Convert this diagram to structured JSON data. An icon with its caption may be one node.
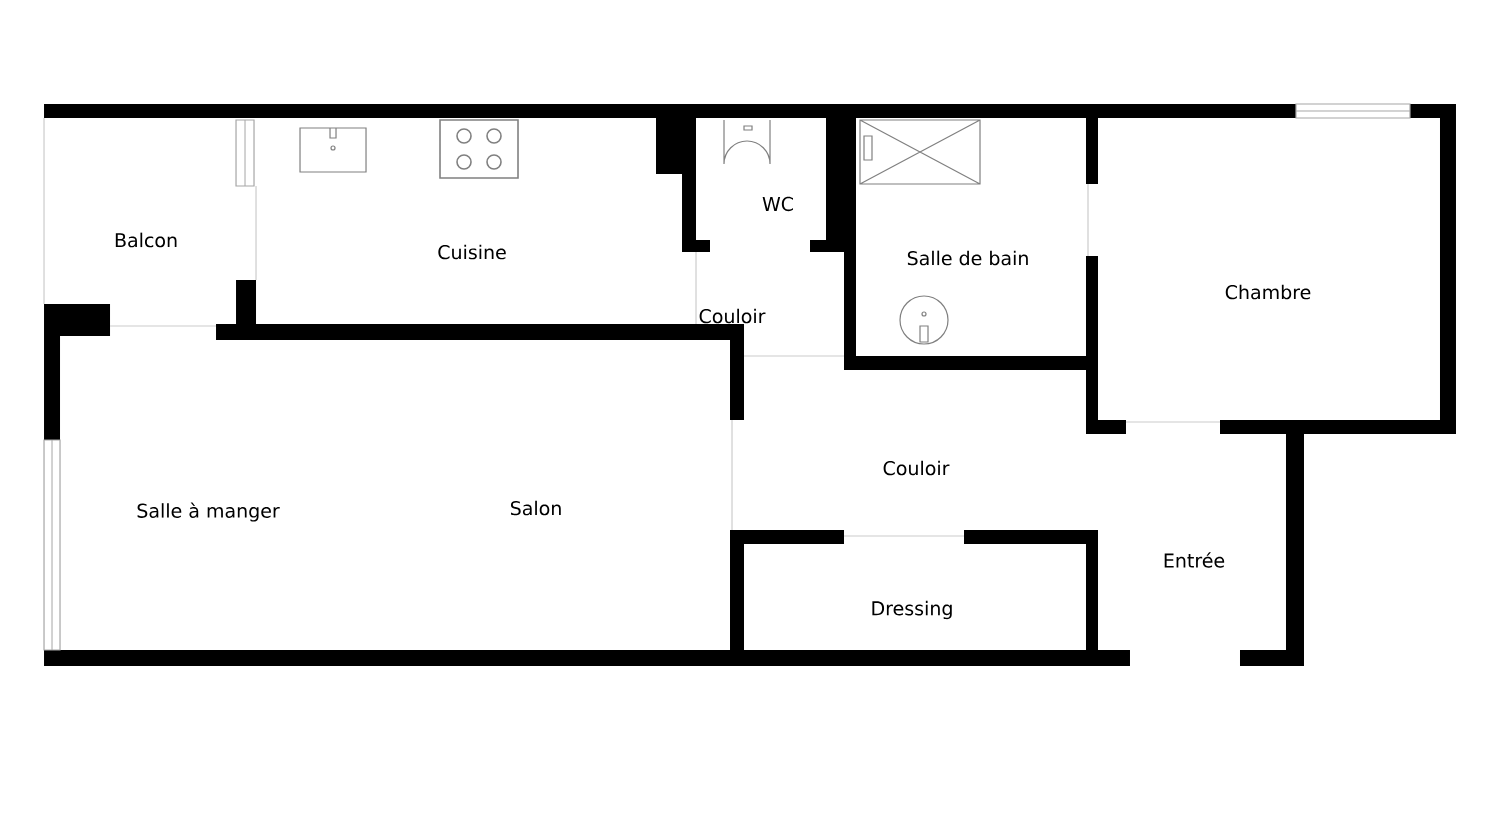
{
  "diagram": {
    "labels": [
      "Balcon",
      "Cuisine",
      "WC",
      "Salle de bain",
      "Couloir",
      "Chambre",
      "Couloir",
      "Salle à manger",
      "Salon",
      "Entrée",
      "Dressing"
    ]
  }
}
